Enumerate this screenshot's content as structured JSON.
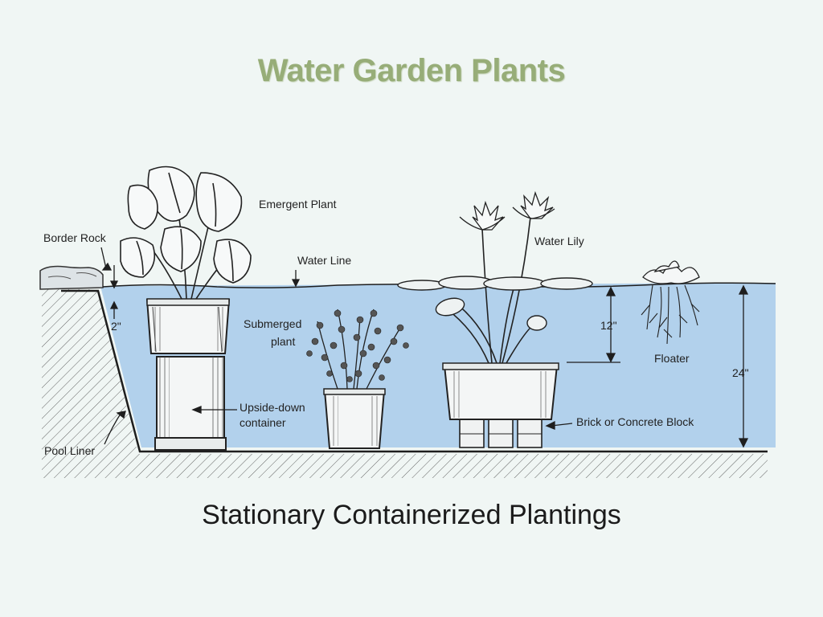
{
  "slide": {
    "title": "Water Garden Plants",
    "subtitle": "Stationary Containerized Plantings"
  },
  "diagram": {
    "labels": {
      "border_rock": "Border Rock",
      "emergent_plant": "Emergent Plant",
      "water_line": "Water Line",
      "water_lily": "Water Lily",
      "depth_2": "2\"",
      "submerged_plant_1": "Submerged",
      "submerged_plant_2": "plant",
      "depth_12": "12\"",
      "floater": "Floater",
      "depth_24": "24\"",
      "upside_down_1": "Upside-down",
      "upside_down_2": "container",
      "brick": "Brick or Concrete Block",
      "pool_liner": "Pool Liner"
    },
    "colors": {
      "water": "#b2d1ec",
      "ink": "#1e1e1e",
      "title": "#97ad78"
    }
  }
}
